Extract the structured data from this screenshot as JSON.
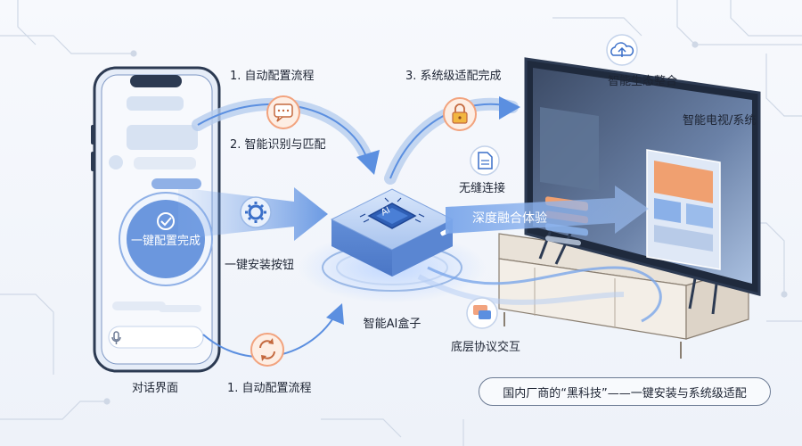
{
  "labels": {
    "auto_config_top": "1. 自动配置流程",
    "smart_match": "2. 智能识别与匹配",
    "system_adapt": "3. 系统级适配完成",
    "eco_integration": "智能生态整合",
    "smart_tv": "智能电视/系统",
    "seamless": "无缝连接",
    "deep_fusion": "深度融合体验",
    "one_click_button": "一键安装按钮",
    "ai_box": "智能AI盒子",
    "protocol": "底层协议交互",
    "chat_ui": "对话界面",
    "auto_config_bottom": "1. 自动配置流程",
    "one_click_done": "一键配置完成",
    "chip": "AI"
  },
  "caption": "国内厂商的“黑科技”——一键安装与系统级适配",
  "colors": {
    "accent_blue": "#5b8fe0",
    "icon_ring": "#f2a37e",
    "icon_bg": "#fdeee4",
    "outline": "#2c3a52",
    "tv_panel_orange": "#f0a070",
    "tv_panel_blue": "#8ab0e8"
  },
  "icons": [
    "message-icon",
    "settings-gear-icon",
    "lock-icon",
    "document-icon",
    "cloud-upload-icon",
    "chat-bubbles-icon",
    "refresh-icon",
    "check-icon",
    "microphone-icon"
  ]
}
